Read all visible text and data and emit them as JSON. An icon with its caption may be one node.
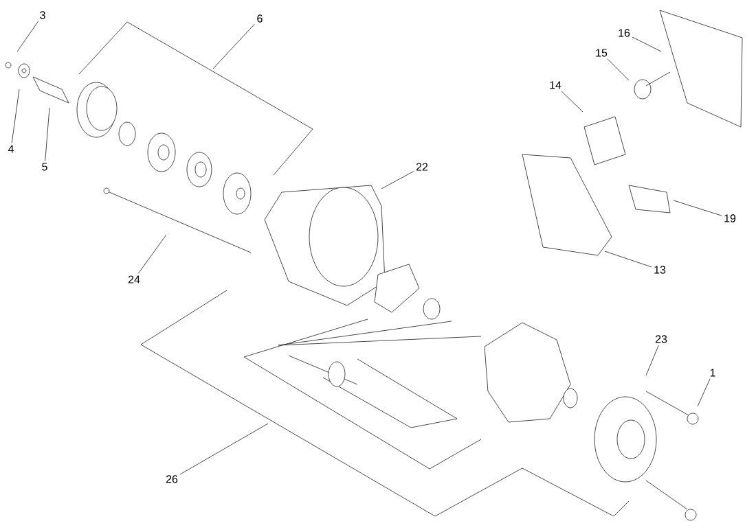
{
  "diagram": {
    "nodes": [
      {
        "text": [
          "3"
        ]
      },
      {
        "text": [
          "6"
        ]
      },
      {
        "text": [
          "4"
        ]
      },
      {
        "text": [
          "5"
        ]
      },
      {
        "text": [
          "22"
        ]
      },
      {
        "text": [
          "24"
        ]
      },
      {
        "text": [
          "26"
        ]
      },
      {
        "text": [
          "16"
        ]
      },
      {
        "text": [
          "15"
        ]
      },
      {
        "text": [
          "14"
        ]
      },
      {
        "text": [
          "19"
        ]
      },
      {
        "text": [
          "13"
        ]
      },
      {
        "text": [
          "23"
        ]
      },
      {
        "text": [
          "1"
        ]
      }
    ],
    "edges": [
      {
        "from": 0,
        "to": null,
        "arrow": "none"
      },
      {
        "from": 1,
        "to": null,
        "arrow": "none"
      },
      {
        "from": 2,
        "to": null,
        "arrow": "none"
      },
      {
        "from": 3,
        "to": null,
        "arrow": "none"
      },
      {
        "from": 4,
        "to": null,
        "arrow": "none"
      },
      {
        "from": 5,
        "to": null,
        "arrow": "none"
      },
      {
        "from": 6,
        "to": null,
        "arrow": "none"
      },
      {
        "from": 7,
        "to": null,
        "arrow": "none"
      },
      {
        "from": 8,
        "to": null,
        "arrow": "none"
      },
      {
        "from": 9,
        "to": null,
        "arrow": "none"
      },
      {
        "from": 10,
        "to": null,
        "arrow": "none"
      },
      {
        "from": 11,
        "to": null,
        "arrow": "none"
      },
      {
        "from": 12,
        "to": null,
        "arrow": "none"
      },
      {
        "from": 13,
        "to": null,
        "arrow": "none"
      }
    ]
  }
}
